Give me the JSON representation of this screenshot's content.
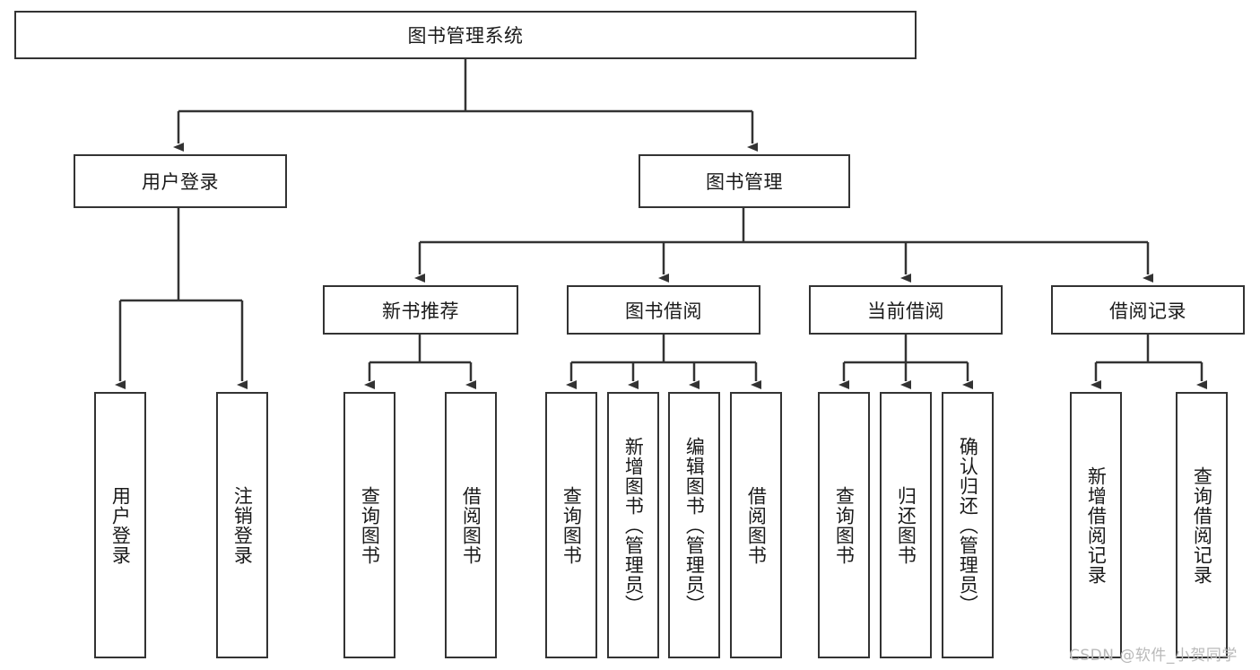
{
  "diagram": {
    "title": "图书管理系统",
    "root": {
      "label": "图书管理系统"
    },
    "level2": [
      {
        "label": "用户登录"
      },
      {
        "label": "图书管理"
      }
    ],
    "level3": [
      {
        "label": "新书推荐"
      },
      {
        "label": "图书借阅"
      },
      {
        "label": "当前借阅"
      },
      {
        "label": "借阅记录"
      }
    ],
    "leaves": {
      "user_login": [
        {
          "label": "用户登录"
        },
        {
          "label": "注销登录"
        }
      ],
      "new_book_recommend": [
        {
          "label": "查询图书"
        },
        {
          "label": "借阅图书"
        }
      ],
      "book_borrow": [
        {
          "label": "查询图书"
        },
        {
          "label": "新增图书（管理员）"
        },
        {
          "label": "编辑图书（管理员）"
        },
        {
          "label": "借阅图书"
        }
      ],
      "current_borrow": [
        {
          "label": "查询图书"
        },
        {
          "label": "归还图书"
        },
        {
          "label": "确认归还（管理员）"
        }
      ],
      "borrow_record": [
        {
          "label": "新增借阅记录"
        },
        {
          "label": "查询借阅记录"
        }
      ]
    }
  },
  "watermark": {
    "text": "CSDN @软件_小贺同学"
  },
  "colors": {
    "stroke": "#333333",
    "text": "#1a1a1a",
    "background": "#ffffff",
    "watermark": "#b9b9b9"
  }
}
